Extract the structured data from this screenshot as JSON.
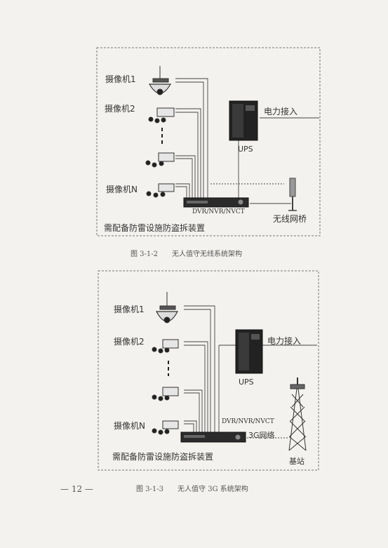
{
  "figure1": {
    "camera1": "摄像机1",
    "camera2": "摄像机2",
    "cameraN": "摄像机N",
    "ups": "UPS",
    "power": "电力接入",
    "recorder": "DVR/NVR/NVCT",
    "bridge": "无线网桥",
    "note": "需配备防雷设施防盗拆装置",
    "caption": "图 3-1-2　　无人值守无线系统架构"
  },
  "figure2": {
    "camera1": "摄像机1",
    "camera2": "摄像机2",
    "cameraN": "摄像机N",
    "ups": "UPS",
    "power": "电力接入",
    "recorder": "DVR/NVR/NVCT",
    "network": "3G网络",
    "station": "基站",
    "note": "需配备防雷设施防盗拆装置",
    "caption": "图 3-1-3　　无人值守 3G 系统架构"
  },
  "page_number": "— 12 —"
}
